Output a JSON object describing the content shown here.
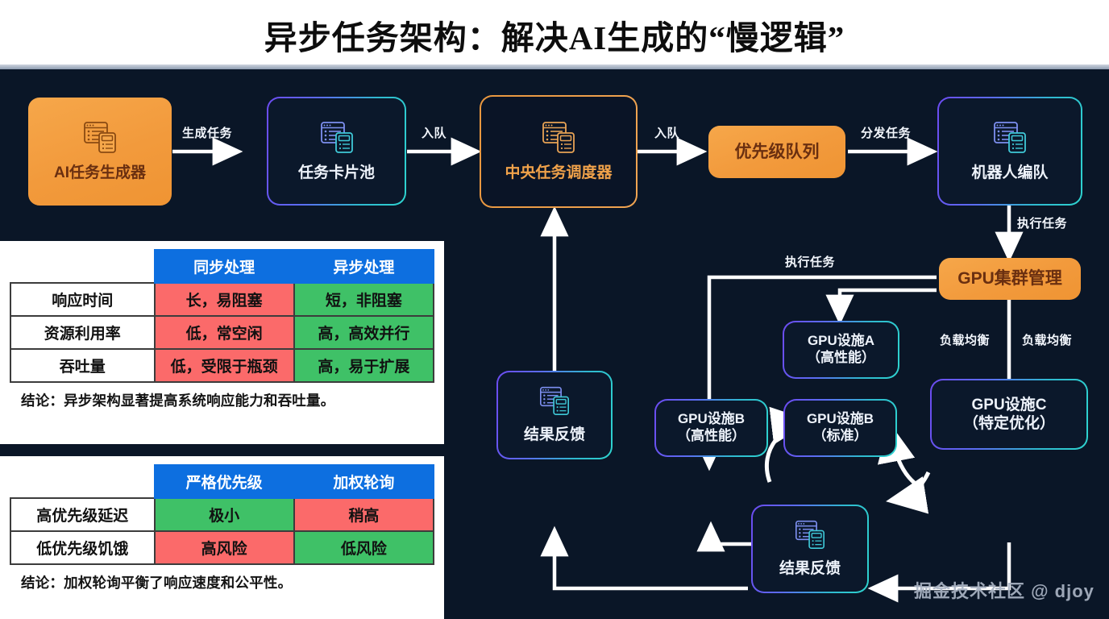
{
  "title": "异步任务架构：解决AI生成的“慢逻辑”",
  "colors": {
    "background": "#0a1627",
    "accent_orange": "#f29a3c",
    "node_purple": "#6c4bf0",
    "node_cyan": "#2ed3cf",
    "table_header_blue": "#0d6fe0",
    "table_bad_red": "#fb6a6a",
    "table_good_green": "#3fc167",
    "wire_white": "#ffffff"
  },
  "flow": {
    "nodes": [
      {
        "id": "ai-task-generator",
        "label": "AI任务生成器",
        "style": "solid-orange",
        "icon": "document-card-icon"
      },
      {
        "id": "task-card-pool",
        "label": "任务卡片池",
        "style": "glass-gradient",
        "icon": "document-card-icon"
      },
      {
        "id": "central-scheduler",
        "label": "中央任务调度器",
        "style": "glass-orange",
        "icon": "document-card-icon"
      },
      {
        "id": "priority-queue",
        "label": "优先级队列",
        "style": "solid-orange",
        "icon": "none"
      },
      {
        "id": "robot-fleet",
        "label": "机器人编队",
        "style": "glass-gradient",
        "icon": "document-card-icon"
      },
      {
        "id": "gpu-cluster-manager",
        "label": "GPU集群管理",
        "style": "solid-orange",
        "icon": "none"
      },
      {
        "id": "gpu-a",
        "label": "GPU设施A\n（高性能）",
        "style": "glass-gradient",
        "icon": "none"
      },
      {
        "id": "gpu-b-high",
        "label": "GPU设施B\n（高性能）",
        "style": "glass-gradient",
        "icon": "none"
      },
      {
        "id": "gpu-b-std",
        "label": "GPU设施B\n（标准）",
        "style": "glass-gradient",
        "icon": "none"
      },
      {
        "id": "gpu-c",
        "label": "GPU设施C\n（特定优化）",
        "style": "glass-gradient",
        "icon": "none"
      },
      {
        "id": "result-feedback-left",
        "label": "结果反馈",
        "style": "glass-gradient",
        "icon": "document-card-icon"
      },
      {
        "id": "result-feedback-bottom",
        "label": "结果反馈",
        "style": "glass-gradient",
        "icon": "document-card-icon"
      }
    ],
    "edge_labels": {
      "generate_task": "生成任务",
      "enqueue_1": "入队",
      "enqueue_2": "入队",
      "dispatch_task": "分发任务",
      "execute_task_right": "执行任务",
      "execute_task_left": "执行任务",
      "load_balance_1": "负载均衡",
      "load_balance_2": "负载均衡"
    }
  },
  "table_sync": {
    "columns": [
      "",
      "同步处理",
      "异步处理"
    ],
    "rows": [
      {
        "label": "响应时间",
        "sync": "长，易阻塞",
        "async": "短，非阻塞"
      },
      {
        "label": "资源利用率",
        "sync": "低，常空闲",
        "async": "高，高效并行"
      },
      {
        "label": "吞吐量",
        "sync": "低，受限于瓶颈",
        "async": "高，易于扩展"
      }
    ],
    "conclusion": "结论：异步架构显著提高系统响应能力和吞吐量。"
  },
  "table_priority": {
    "columns": [
      "",
      "严格优先级",
      "加权轮询"
    ],
    "rows": [
      {
        "label": "高优先级延迟",
        "strict": "极小",
        "weighted": "稍高"
      },
      {
        "label": "低优先级饥饿",
        "strict": "高风险",
        "weighted": "低风险"
      }
    ],
    "conclusion": "结论：加权轮询平衡了响应速度和公平性。"
  },
  "watermark": "掘金技术社区 @ djoy"
}
